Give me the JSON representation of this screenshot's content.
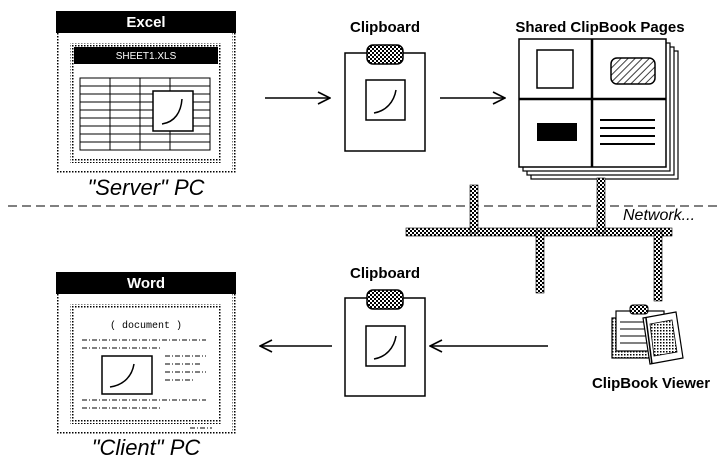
{
  "server": {
    "app_title": "Excel",
    "doc_title": "SHEET1.XLS",
    "caption": "\"Server\" PC"
  },
  "client": {
    "app_title": "Word",
    "doc_label": "( document )",
    "caption": "\"Client\" PC"
  },
  "clipboard_top_label": "Clipboard",
  "clipboard_bottom_label": "Clipboard",
  "clipbook_pages_label": "Shared ClipBook Pages",
  "network_label": "Network...",
  "clipbook_viewer_label": "ClipBook Viewer"
}
